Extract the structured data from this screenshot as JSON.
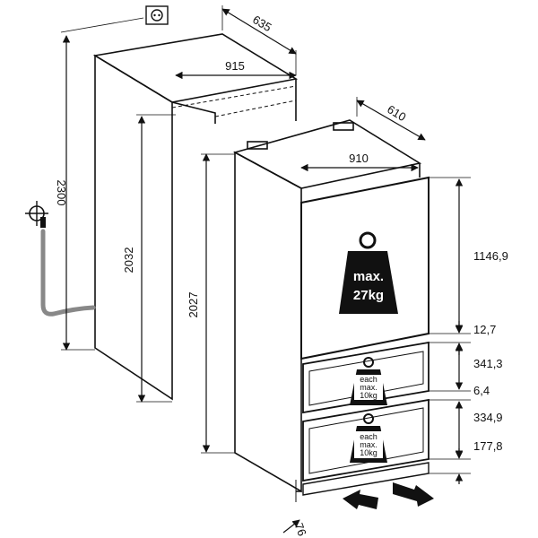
{
  "dimensions": {
    "cabinet_depth": "635",
    "cabinet_width": "915",
    "cabinet_height": "2300",
    "niche_height": "2032",
    "appliance_depth": "610",
    "appliance_width": "910",
    "appliance_height": "2027",
    "door_upper": "1146,9",
    "gap_upper": "12,7",
    "drawer_upper": "341,3",
    "gap_middle": "6,4",
    "drawer_lower": "334,9",
    "plinth": "177,8",
    "side_offset": "76"
  },
  "weights": {
    "door_line1": "max.",
    "door_line2": "27kg",
    "drawer_line1": "each",
    "drawer_line2": "max.",
    "drawer_line3": "10kg"
  },
  "icons": [
    "electrical-socket-icon",
    "water-tap-icon",
    "weight-icon",
    "arrow-icon"
  ]
}
